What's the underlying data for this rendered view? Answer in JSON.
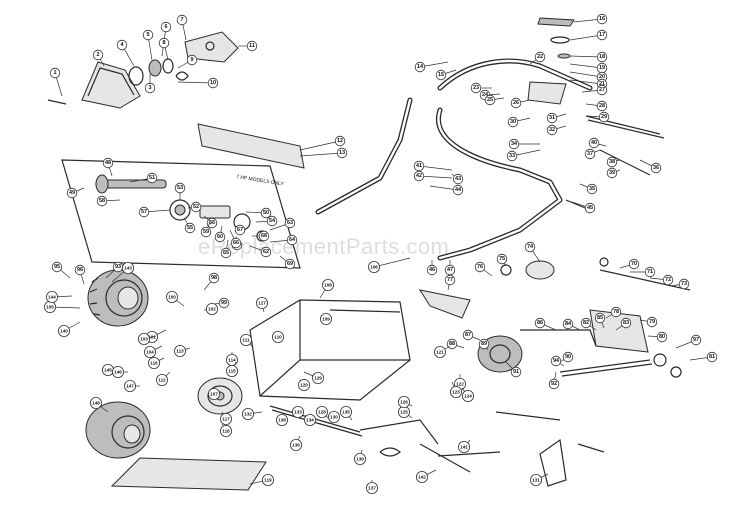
{
  "watermark": "eReplacementParts.com",
  "model_note": "7 HP MODELS ONLY",
  "callouts": [
    "1",
    "2",
    "3",
    "4",
    "5",
    "6",
    "7",
    "8",
    "9",
    "10",
    "11",
    "12",
    "13",
    "14",
    "15",
    "16",
    "17",
    "18",
    "19",
    "20",
    "21",
    "22",
    "23",
    "24",
    "25",
    "26",
    "27",
    "28",
    "29",
    "30",
    "31",
    "32",
    "33",
    "34",
    "35",
    "36",
    "37",
    "38",
    "39",
    "40",
    "41",
    "42",
    "43",
    "44",
    "45",
    "46",
    "47",
    "48",
    "49",
    "50",
    "51",
    "52",
    "53",
    "54",
    "55",
    "56",
    "57",
    "58",
    "59",
    "60",
    "61",
    "62",
    "63",
    "64",
    "65",
    "66",
    "67",
    "68",
    "69",
    "70",
    "71",
    "72",
    "73",
    "74",
    "75",
    "76",
    "77",
    "78",
    "79",
    "80",
    "81",
    "82",
    "83",
    "84",
    "85",
    "86",
    "87",
    "88",
    "89",
    "90",
    "91",
    "92",
    "93",
    "94",
    "95",
    "96",
    "97",
    "98",
    "99",
    "100",
    "101",
    "102",
    "103",
    "104",
    "105",
    "106",
    "107",
    "108",
    "109",
    "110",
    "111",
    "112",
    "113",
    "114",
    "115",
    "116",
    "117",
    "118",
    "119",
    "120",
    "121",
    "122",
    "123",
    "124",
    "125",
    "126",
    "127",
    "128",
    "129",
    "130",
    "131",
    "132",
    "133",
    "134",
    "135",
    "136",
    "137",
    "138",
    "139",
    "140",
    "141",
    "142",
    "143",
    "144",
    "145",
    "146",
    "147",
    "148"
  ]
}
